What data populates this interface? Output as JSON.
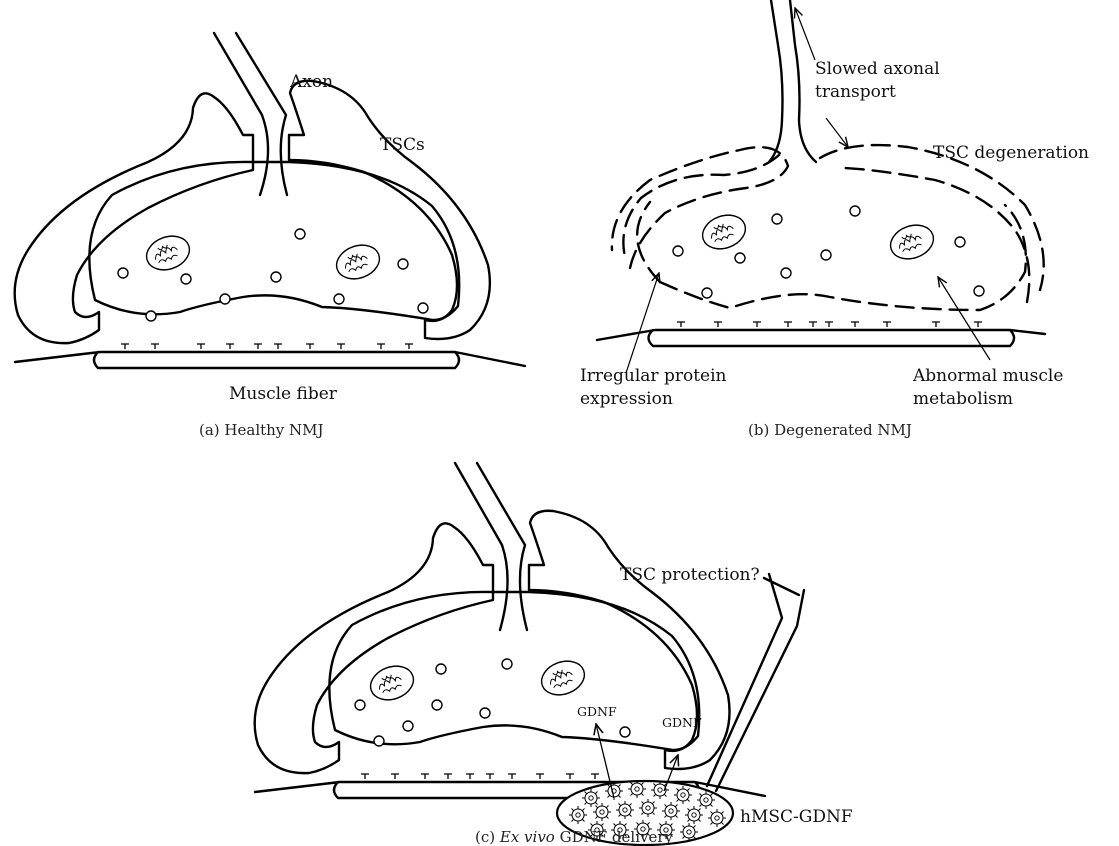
{
  "panel_a": {
    "labels": {
      "axon": "Axon",
      "tscs": "TSCs",
      "muscle_fiber": "Muscle fiber"
    },
    "caption": "(a)  Healthy NMJ"
  },
  "panel_b": {
    "labels": {
      "transport_line1": "Slowed axonal",
      "transport_line2": "transport",
      "tsc_degeneration": "TSC degeneration",
      "irregular_line1": "Irregular protein",
      "irregular_line2": "expression",
      "abnormal_line1": "Abnormal muscle",
      "abnormal_line2": "metabolism"
    },
    "caption": "(b)  Degenerated NMJ"
  },
  "panel_c": {
    "labels": {
      "tsc_protection": "TSC protection?",
      "gdnf_1": "GDNF",
      "gdnf_2": "GDNF",
      "hmsc": "hMSC-GDNF"
    },
    "caption_prefix": "(c) ",
    "caption_italic": "Ex vivo",
    "caption_suffix": " GDNF delivery"
  }
}
